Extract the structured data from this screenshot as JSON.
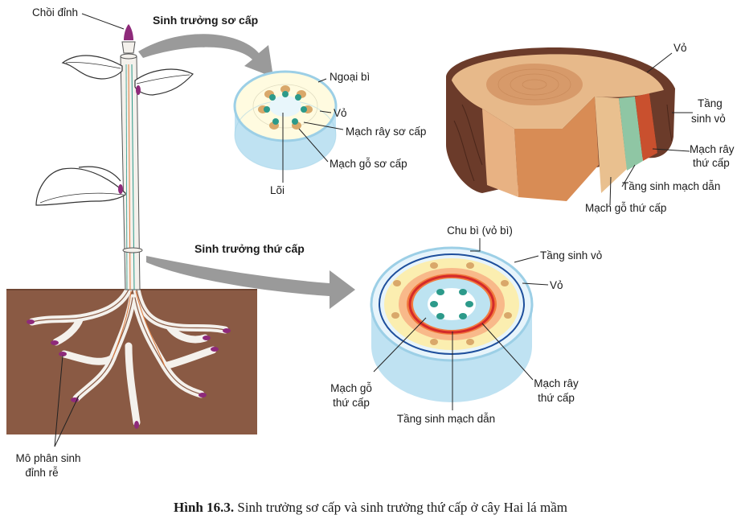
{
  "labels": {
    "choi_dinh": "Chồi đỉnh",
    "sinh_truong_so_cap": "Sinh trưởng sơ cấp",
    "sinh_truong_thu_cap": "Sinh trưởng thứ cấp",
    "ngoai_bi": "Ngoại bì",
    "vo_1": "Vỏ",
    "mach_ray_so_cap": "Mạch rây sơ cấp",
    "mach_go_so_cap": "Mạch gỗ sơ cấp",
    "loi": "Lõi",
    "vo_2": "Vỏ",
    "tang_sinh_vo_1_line1": "Tầng",
    "tang_sinh_vo_1_line2": "sinh vỏ",
    "mach_ray_thu_cap_1_line1": "Mạch rây",
    "mach_ray_thu_cap_1_line2": "thứ cấp",
    "tang_sinh_mach_dan_1": "Tầng sinh mạch dẫn",
    "mach_go_thu_cap_1": "Mạch gỗ thứ cấp",
    "chu_bi": "Chu bì (vỏ bì)",
    "tang_sinh_vo_2": "Tầng sinh vỏ",
    "vo_3": "Vỏ",
    "mach_go_thu_cap_2_line1": "Mạch gỗ",
    "mach_go_thu_cap_2_line2": "thứ cấp",
    "tang_sinh_mach_dan_2": "Tầng sinh mạch dẫn",
    "mach_ray_thu_cap_2_line1": "Mạch rây",
    "mach_ray_thu_cap_2_line2": "thứ cấp",
    "mo_phan_sinh_line1": "Mô phân sinh",
    "mo_phan_sinh_line2": "đỉnh rễ"
  },
  "caption": {
    "number": "Hình 16.3.",
    "text": " Sinh trưởng sơ cấp và sinh trưởng thứ cấp ở cây Hai lá mầm"
  },
  "colors": {
    "soil": "#8a5a44",
    "stem": "#f4f1ec",
    "bud": "#8e2a7a",
    "xylem_teal": "#2c9a8a",
    "phloem_tan": "#d9a86a",
    "disk_edge": "#bfe2f2",
    "cambium_red": "#d42a2a",
    "cork_orange": "#f4a261",
    "bark_dark": "#6b3b2a"
  }
}
